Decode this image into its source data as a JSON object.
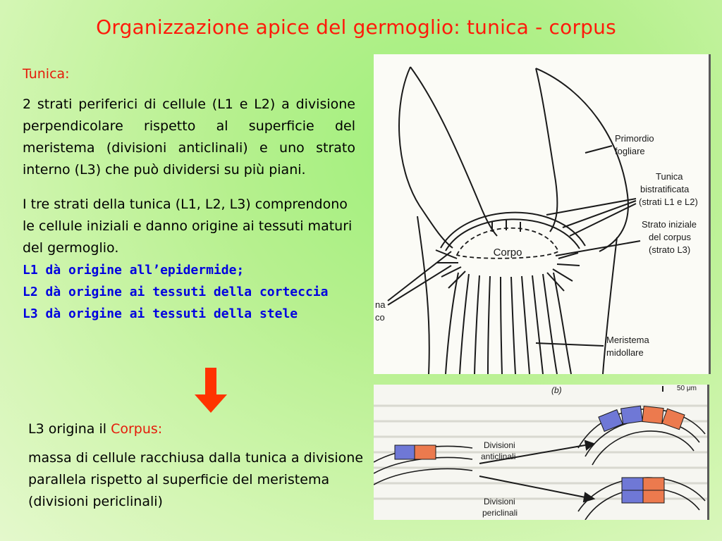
{
  "slide": {
    "title": "Organizzazione apice del germoglio: tunica - corpus"
  },
  "tunica": {
    "heading": "Tunica:",
    "paragraph1": "2 strati periferici di cellule (L1 e L2) a divisione perpendicolare rispetto al superficie del meristema (divisioni anticlinali) e uno strato interno (L3) che può dividersi su più piani.",
    "paragraph2": "I tre strati della tunica (L1, L2, L3) comprendono le cellule iniziali e danno origine ai tessuti maturi del germoglio.",
    "highlights": [
      "L1 dà origine all’epidermide;",
      "L2 dà origine ai tessuti della corteccia",
      "L3 dà origine ai tessuti della stele"
    ]
  },
  "corpus": {
    "lead": "L3 origina il ",
    "keyword": "Corpus:",
    "paragraph": "massa di cellule racchiusa dalla tunica a divisione parallela rispetto al superficie del meristema (divisioni periclinali)"
  },
  "figure_top": {
    "labels": {
      "primordio_1": "Primordio",
      "primordio_2": "fogliare",
      "tunica_1": "Tunica",
      "tunica_2": "bistratificata",
      "tunica_3": "(strati L1 e L2)",
      "strato_1": "Strato iniziale",
      "strato_2": "del corpus",
      "strato_3": "(strato L3)",
      "corpo": "Corpo",
      "meristema_1": "Meristema",
      "meristema_2": "midollare",
      "cut_1": "na",
      "cut_2": "co"
    }
  },
  "figure_bottom": {
    "panel": "(b)",
    "scale": "50 μm",
    "anticlinali_1": "Divisioni",
    "anticlinali_2": "anticlinali",
    "periclinali_1": "Divisioni",
    "periclinali_2": "periclinali"
  },
  "colors": {
    "title": "#ff1a0a",
    "highlight": "#0000e0",
    "arrow": "#ff3300",
    "cell_blue": "#6f78d6",
    "cell_orange": "#ec7a4e"
  }
}
